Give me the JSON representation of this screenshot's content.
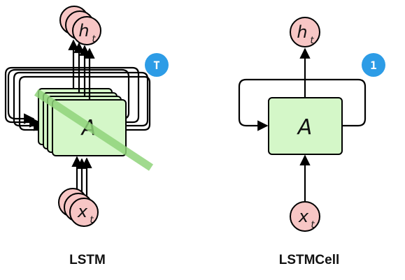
{
  "colors": {
    "box_fill": "#d4f7c8",
    "box_stroke": "#000000",
    "circle_fill": "#f7c6c5",
    "circle_stroke": "#000000",
    "badge_fill": "#2d9ce6",
    "badge_text": "#ffffff",
    "slash": "#8fd47a"
  },
  "lstm": {
    "label": "LSTM",
    "cell_label": "A",
    "input_label": "x",
    "input_subscript": "t",
    "output_label": "h",
    "output_subscript": "t",
    "badge": "T"
  },
  "lstm_cell": {
    "label": "LSTMCell",
    "cell_label": "A",
    "input_label": "x",
    "input_subscript": "t",
    "output_label": "h",
    "output_subscript": "t",
    "badge": "1"
  }
}
